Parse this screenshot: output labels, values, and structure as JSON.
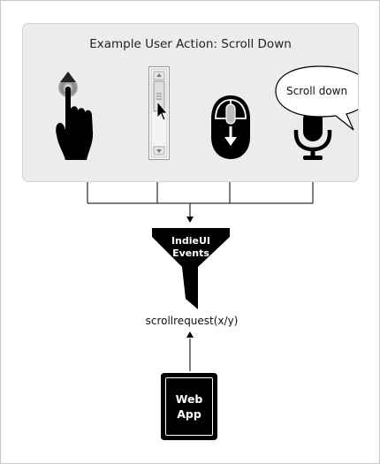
{
  "panel": {
    "title": "Example User Action: Scroll Down",
    "speech_bubble_text": "Scroll down"
  },
  "input_icons": [
    "touch-swipe-icon",
    "scrollbar-icon",
    "mouse-scroll-icon",
    "microphone-icon"
  ],
  "funnel": {
    "title_line1": "IndieUI",
    "title_line2": "Events"
  },
  "event_label": "scrollrequest(x/y)",
  "webapp": {
    "line1": "Web",
    "line2": "App"
  }
}
